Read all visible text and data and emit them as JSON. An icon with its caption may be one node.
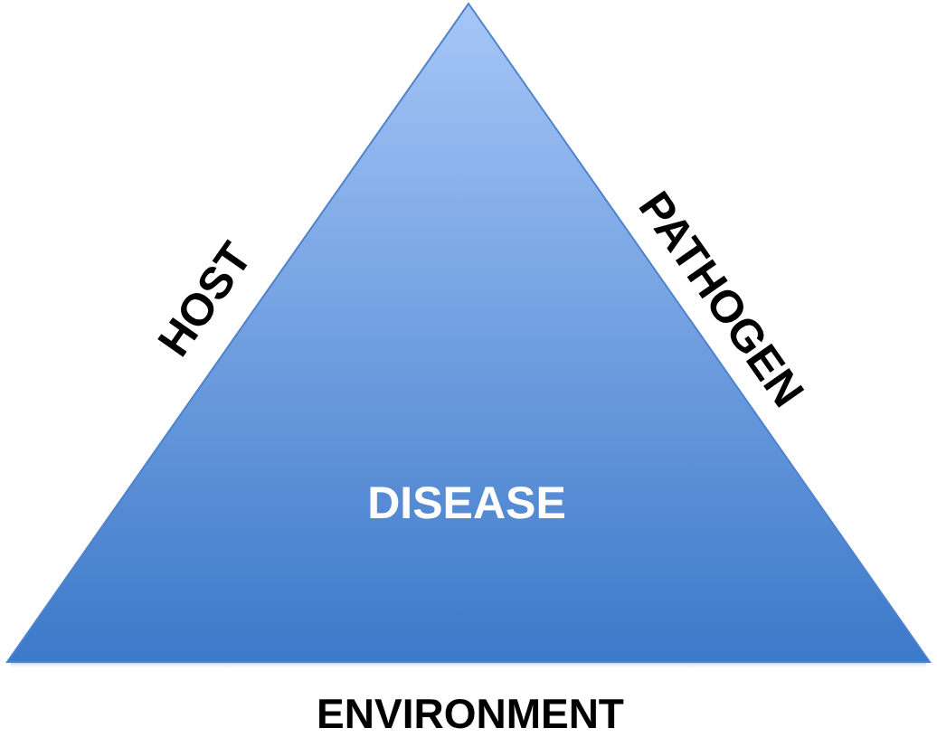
{
  "diagram": {
    "nodes": [
      {
        "text": [
          "DISEASE"
        ]
      }
    ],
    "labels": [
      "HOST",
      "PATHOGEN",
      "ENVIRONMENT"
    ]
  }
}
